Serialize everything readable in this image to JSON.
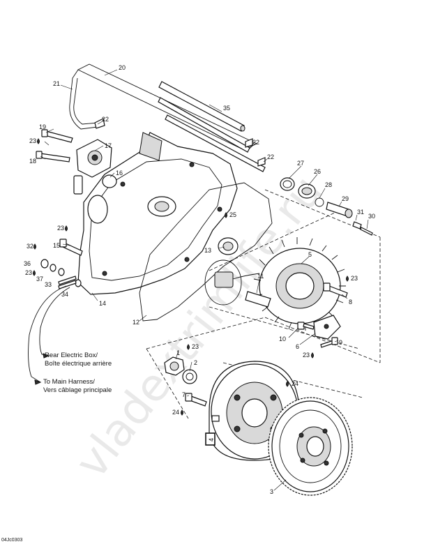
{
  "watermark": "vladextrimlife.ru",
  "figure_code": "04Jc0303",
  "boxed_callout": "4",
  "notes": {
    "rear_box_en": "Rear Electric Box/",
    "rear_box_fr": "Boîte électrique arrière",
    "main_harness_en": "To Main Harness/",
    "main_harness_fr": "Vers câblage principale"
  },
  "callouts": {
    "c1": "1",
    "c2": "2",
    "c3": "3",
    "c5": "5",
    "c6": "6",
    "c7": "7",
    "c8": "8",
    "c9": "9",
    "c10": "10",
    "c11": "11",
    "c12": "12",
    "c13": "13",
    "c14": "14",
    "c15": "15",
    "c16": "16",
    "c17": "17",
    "c18": "18",
    "c19": "19",
    "c20": "20",
    "c21": "21",
    "c22a": "22",
    "c22b": "22",
    "c22c": "22",
    "c23a": "23",
    "c23b": "23",
    "c23c": "23",
    "c23d": "23",
    "c23e": "23",
    "c23f": "23",
    "c24a": "24",
    "c24b": "24",
    "c25": "25",
    "c26": "26",
    "c27": "27",
    "c28": "28",
    "c29": "29",
    "c30": "30",
    "c31": "31",
    "c32": "32",
    "c33": "33",
    "c34": "34",
    "c35": "35",
    "c36": "36",
    "c37": "37"
  },
  "icons": {
    "drop": "liquid-drop-icon"
  }
}
